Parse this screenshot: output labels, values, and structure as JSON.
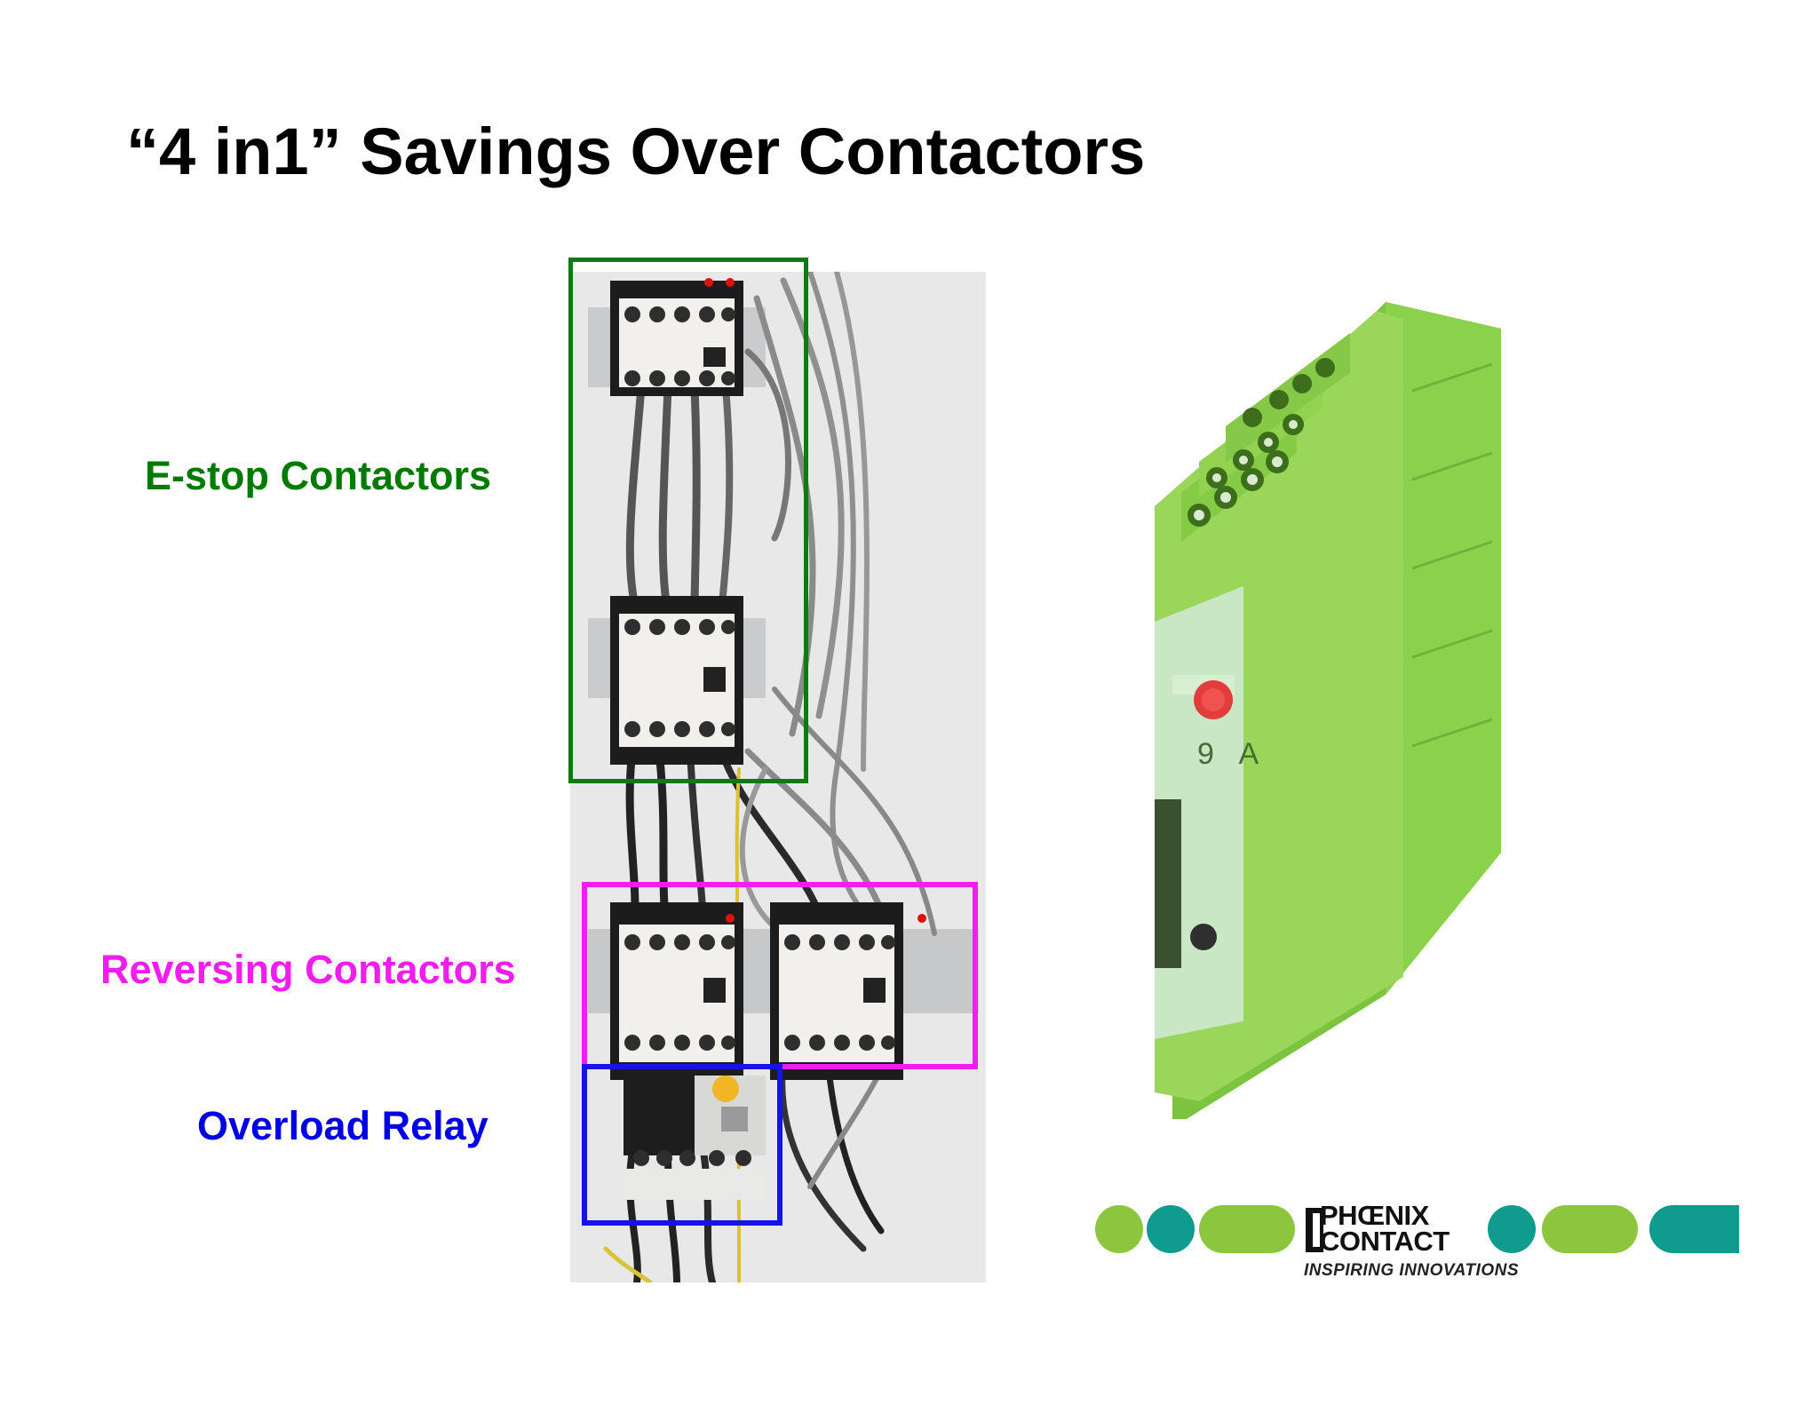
{
  "slide": {
    "title": "“4 in1” Savings Over Contactors"
  },
  "labels": {
    "estop": "E-stop Contactors",
    "reversing": "Reversing Contactors",
    "overload": "Overload Relay"
  },
  "colors": {
    "estop": "#007a00",
    "reversing": "#f01cf0",
    "overload": "#0000e6",
    "device_green": "#8cd24a",
    "logo_lime": "#8cc63f",
    "logo_teal": "#0f9b8e"
  },
  "logo": {
    "line1": "PHŒNIX",
    "line2": "CONTACT",
    "tagline": "INSPIRING INNOVATIONS"
  },
  "device": {
    "current_marking": "9 A"
  }
}
